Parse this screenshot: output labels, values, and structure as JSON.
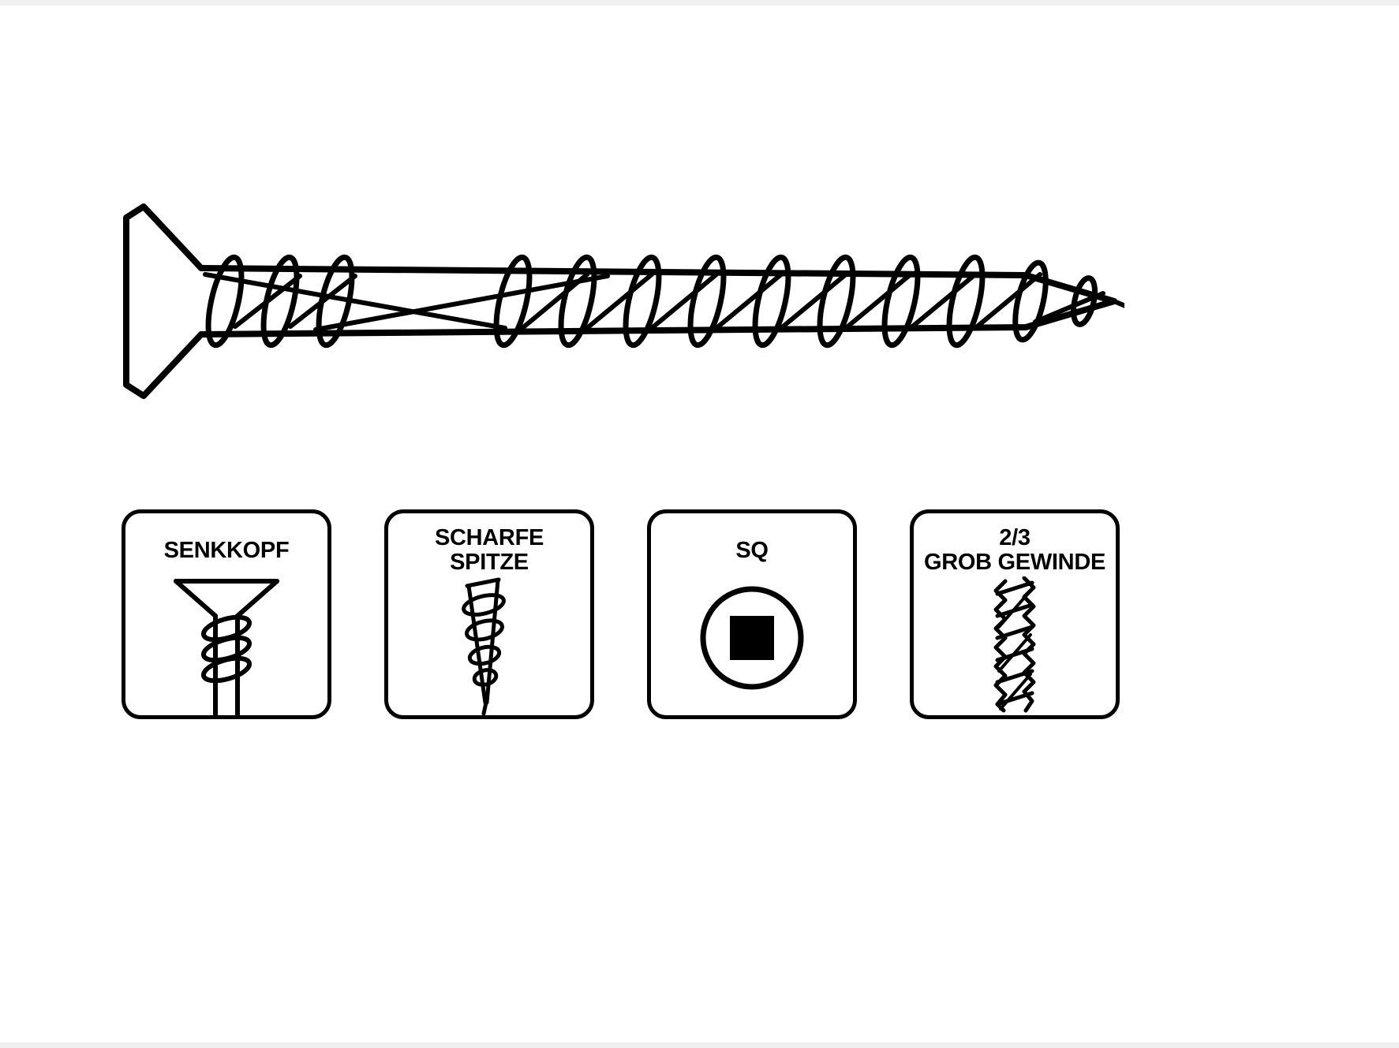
{
  "colors": {
    "ink": "#000000",
    "background": "#ffffff"
  },
  "illustration": {
    "name": "countersunk-wood-screw-side-view"
  },
  "features": [
    {
      "id": "senkkopf",
      "lines": [
        "SENKKOPF"
      ]
    },
    {
      "id": "scharfe-spitze",
      "lines": [
        "SCHARFE",
        "SPITZE"
      ]
    },
    {
      "id": "sq",
      "lines": [
        "SQ"
      ]
    },
    {
      "id": "grob-gewinde",
      "lines": [
        "2/3",
        "GROB GEWINDE"
      ]
    }
  ]
}
